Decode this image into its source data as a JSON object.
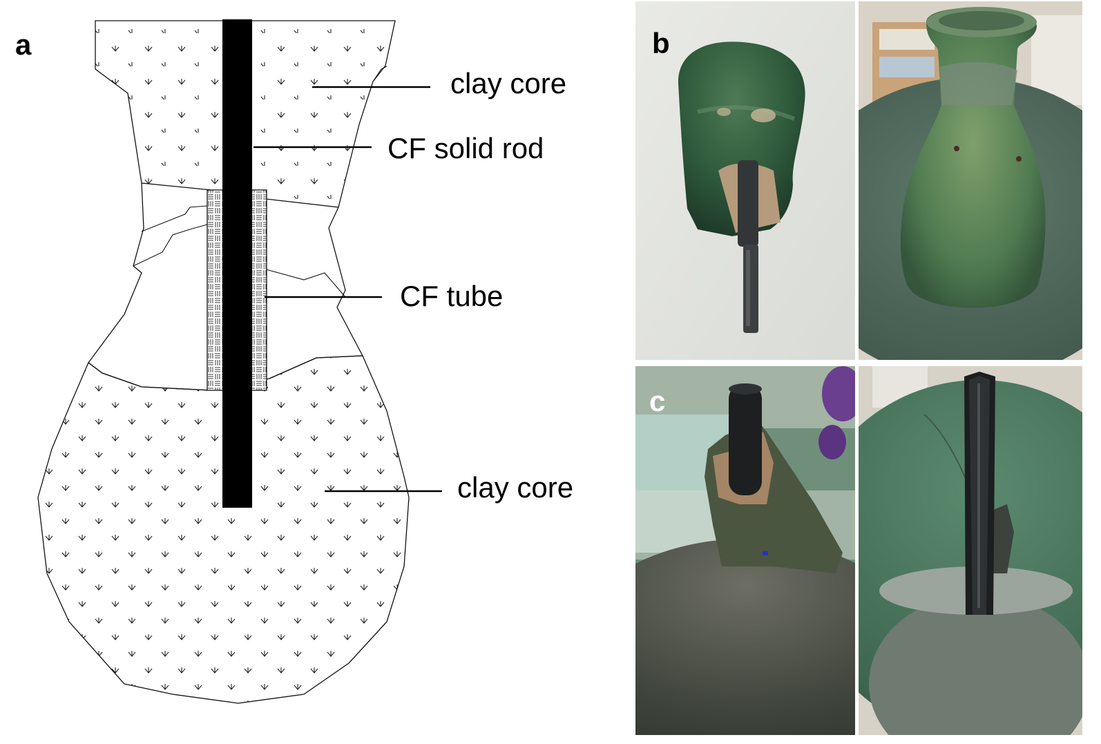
{
  "figure": {
    "panel_a": {
      "letter": "a",
      "labels": {
        "clay_core_top": "clay core",
        "cf_solid_rod": "CF solid rod",
        "cf_tube": "CF tube",
        "clay_core_bottom": "clay core"
      }
    },
    "panel_b": {
      "letter": "b"
    },
    "panel_c": {
      "letter": "c"
    }
  }
}
